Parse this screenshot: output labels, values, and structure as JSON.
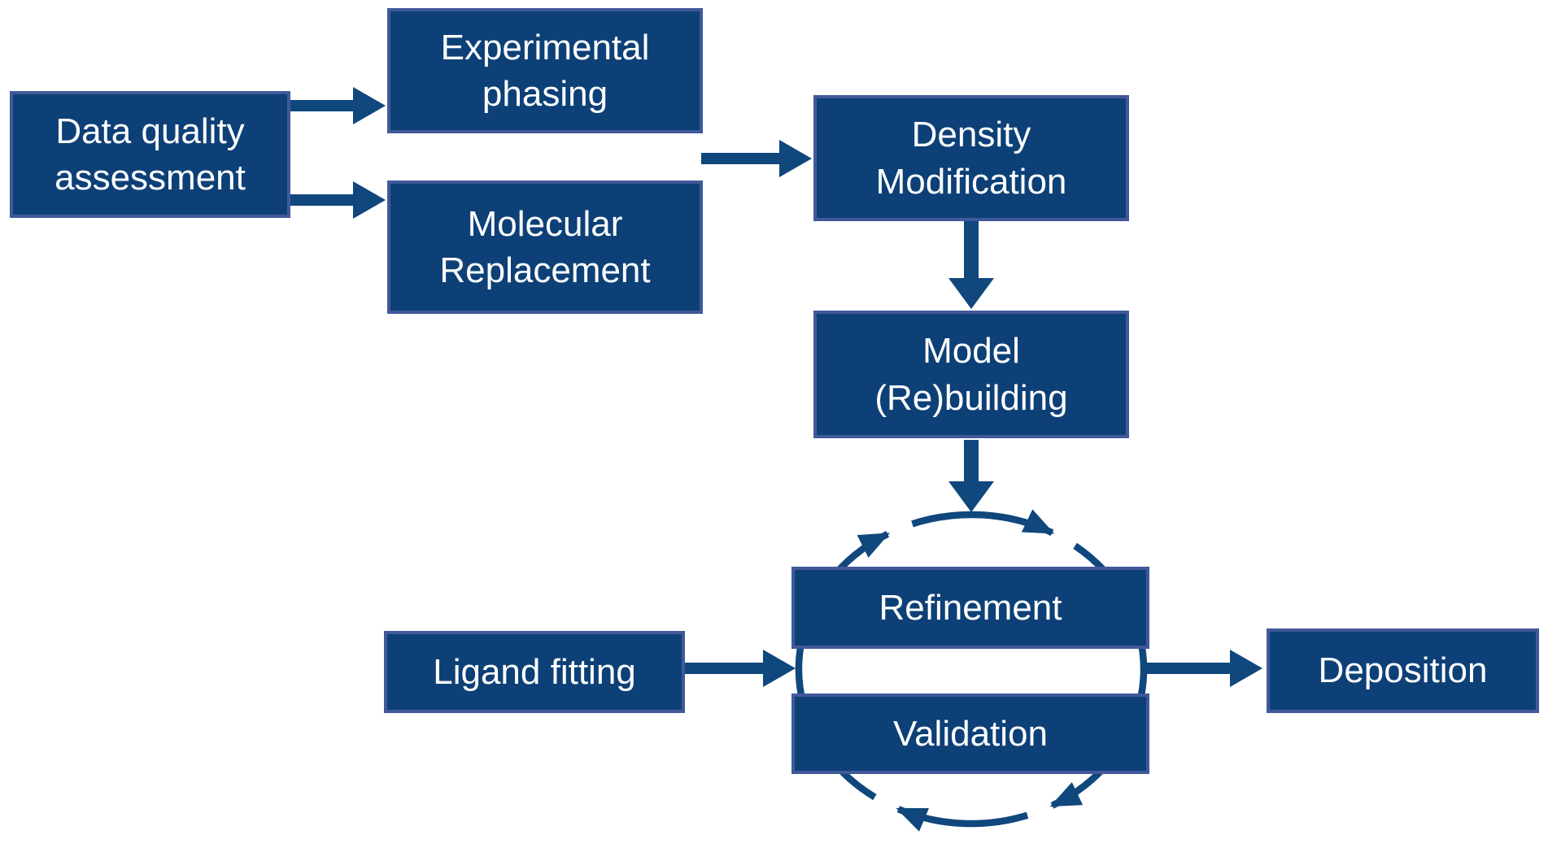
{
  "diagram": {
    "boxes": {
      "dqa": {
        "line1": "Data quality",
        "line2": "assessment"
      },
      "ep": {
        "line1": "Experimental",
        "line2": "phasing"
      },
      "mr": {
        "line1": "Molecular",
        "line2": "Replacement"
      },
      "dm": {
        "line1": "Density",
        "line2": "Modification"
      },
      "model": {
        "line1": "Model",
        "line2": "(Re)building"
      },
      "refinement": {
        "label": "Refinement"
      },
      "validation": {
        "label": "Validation"
      },
      "ligand": {
        "label": "Ligand fitting"
      },
      "deposition": {
        "label": "Deposition"
      }
    },
    "edges": [
      {
        "from": "data-quality-assessment",
        "to": "experimental-phasing"
      },
      {
        "from": "data-quality-assessment",
        "to": "molecular-replacement"
      },
      {
        "from": "experimental-phasing-or-molecular-replacement",
        "to": "density-modification"
      },
      {
        "from": "density-modification",
        "to": "model-rebuilding"
      },
      {
        "from": "model-rebuilding",
        "to": "refinement-validation-cycle"
      },
      {
        "from": "ligand-fitting",
        "to": "refinement-validation-cycle"
      },
      {
        "from": "refinement-validation-cycle",
        "to": "deposition"
      }
    ],
    "cycle": {
      "members": [
        "Refinement",
        "Validation"
      ],
      "direction": "clockwise",
      "arrowhead_count": 4
    }
  },
  "colors": {
    "background": "#ffffff",
    "box_fill": "#0d4077",
    "box_border": "#41599a",
    "arrow": "#10477d",
    "label_text": "#ffffff"
  }
}
